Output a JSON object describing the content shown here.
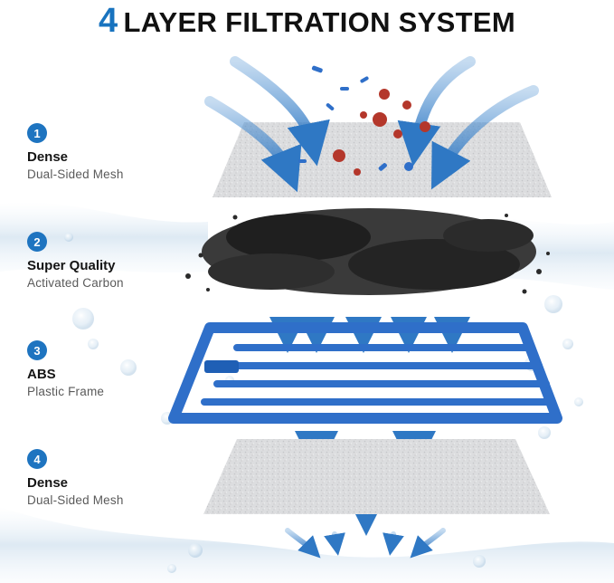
{
  "header": {
    "title_number": "4",
    "title_text": "LAYER FILTRATION SYSTEM"
  },
  "layers": [
    {
      "number": "1",
      "title": "Dense",
      "subtitle": "Dual-Sided Mesh"
    },
    {
      "number": "2",
      "title": "Super Quality",
      "subtitle": "Activated Carbon"
    },
    {
      "number": "3",
      "title": "ABS",
      "subtitle": "Plastic Frame"
    },
    {
      "number": "4",
      "title": "Dense",
      "subtitle": "Dual-Sided Mesh"
    }
  ],
  "colors": {
    "accent_blue": "#1e74c0",
    "arrow_blue": "#4a8fcf",
    "frame_blue": "#2f6fc9",
    "mesh_gray": "#d9dadc",
    "carbon_black": "#2a2a2a",
    "bacteria_red": "#b4372b"
  }
}
